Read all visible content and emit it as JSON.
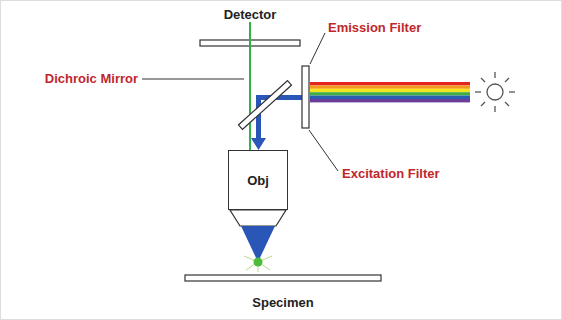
{
  "diagram": {
    "nodes": [
      {
        "text": [
          "Obj"
        ]
      }
    ],
    "labels": [
      "Detector",
      "Emission Filter",
      "Dichroic Mirror",
      "Excitation Filter",
      "Specimen"
    ]
  }
}
